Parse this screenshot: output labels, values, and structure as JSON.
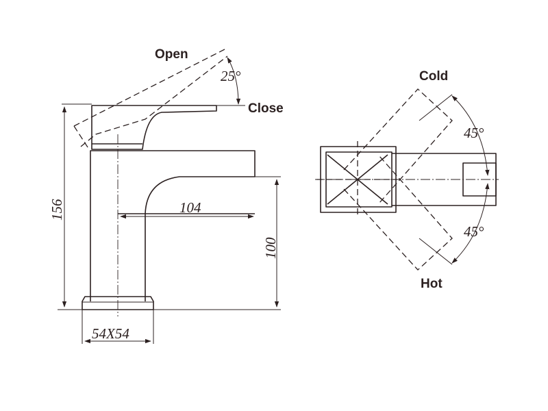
{
  "labels": {
    "open": "Open",
    "close": "Close",
    "cold": "Cold",
    "hot": "Hot"
  },
  "dimensions": {
    "lever_angle": "25°",
    "height_total": "156",
    "spout_reach": "104",
    "spout_height": "100",
    "base_size": "54X54",
    "cold_angle": "45°",
    "hot_angle": "45°"
  }
}
